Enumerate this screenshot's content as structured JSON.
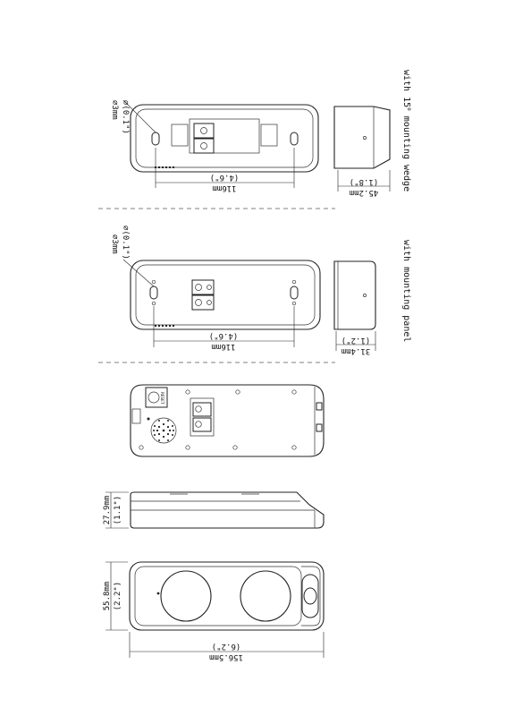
{
  "views": {
    "wedge": {
      "hole_dia_mm": "3mm",
      "hole_dia_in": "(0.1\")",
      "width_mm": "116mm",
      "width_in": "(4.6\")",
      "depth_mm": "45.2mm",
      "depth_in": "(1.8\")",
      "caption_main": "with 15",
      "caption_deg": "o",
      "caption_tail": " mounting wedge"
    },
    "panel": {
      "hole_dia_mm": "3mm",
      "hole_dia_in": "(0.1\")",
      "width_mm": "116mm",
      "width_in": "(4.6\")",
      "depth_mm": "31.4mm",
      "depth_in": "(1.2\")",
      "caption": "with mounting panel"
    },
    "back": {
      "button_label": "RESET"
    },
    "side": {
      "thickness_mm": "27.9mm",
      "thickness_in": "(1.1\")"
    },
    "front": {
      "height_mm": "55.8mm",
      "height_in": "(2.2\")",
      "length_mm": "156.5mm",
      "length_in": "(6.2\")"
    }
  },
  "symbols": {
    "diameter": "⌀"
  }
}
